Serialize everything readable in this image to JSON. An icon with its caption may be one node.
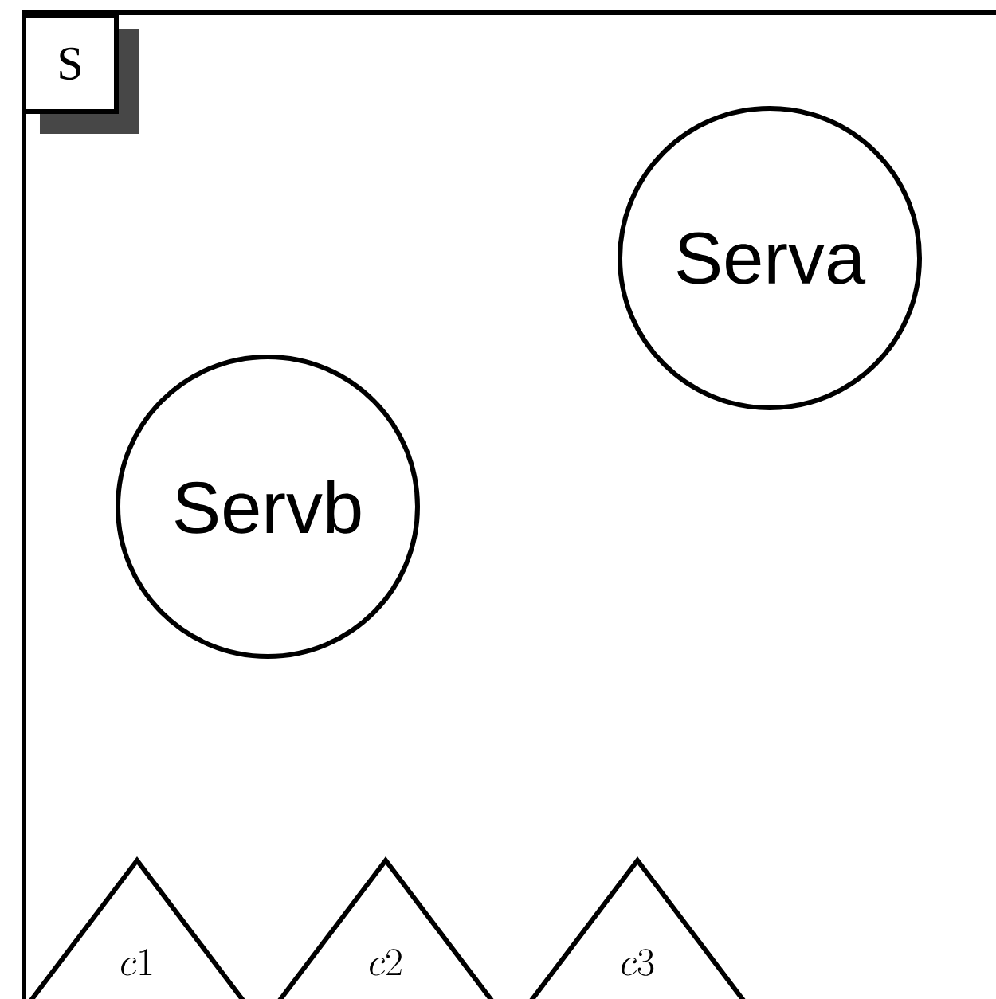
{
  "diagram": {
    "nodes": [
      {
        "text": [
          "S"
        ]
      },
      {
        "text": [
          "Serva"
        ],
        "in": 0
      },
      {
        "text": [
          "Servb"
        ],
        "in": 0
      },
      {
        "text": [
          "c1"
        ],
        "in": 0
      },
      {
        "text": [
          "c2"
        ],
        "in": 0
      },
      {
        "text": [
          "c3"
        ],
        "in": 0
      }
    ]
  }
}
